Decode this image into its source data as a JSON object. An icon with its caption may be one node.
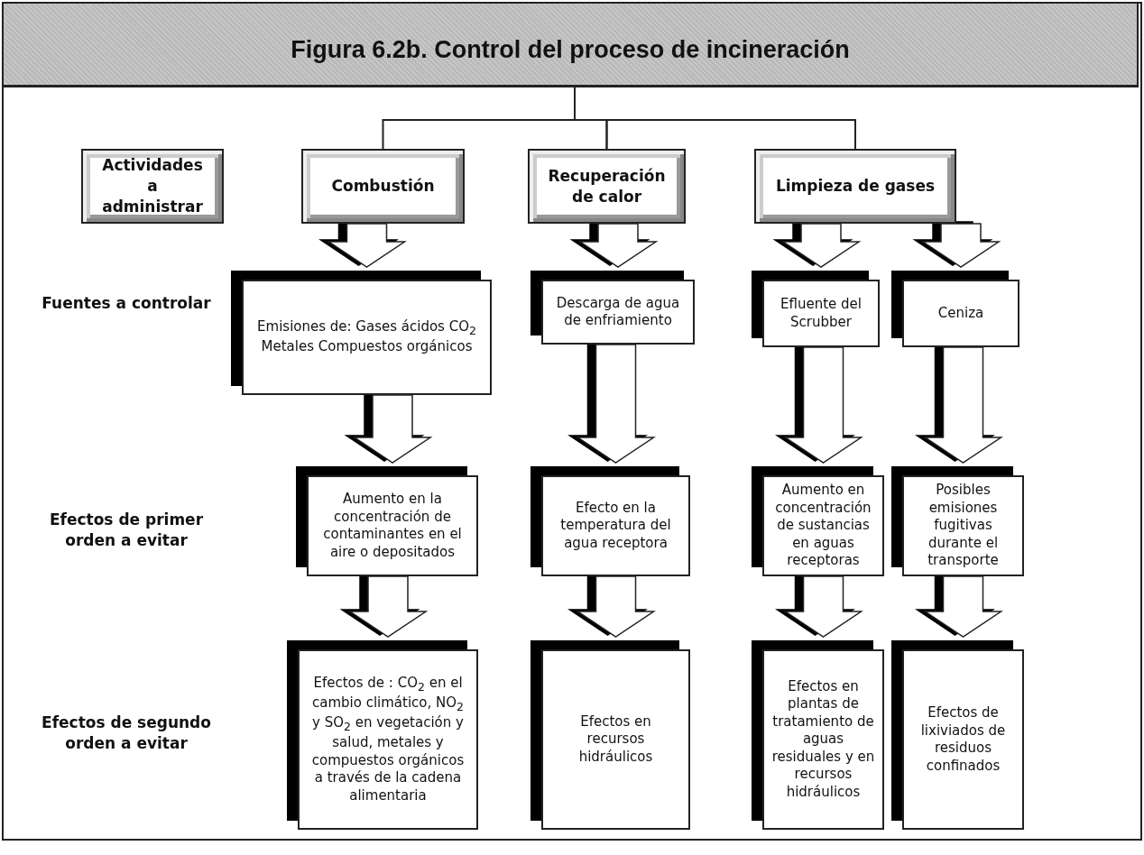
{
  "diagram": {
    "title": "Figura 6.2b. Control del proceso de incineración",
    "nodes": [
      {
        "text": [
          "Actividades a administrar"
        ]
      },
      {
        "text": [
          "Combustión"
        ]
      },
      {
        "text": [
          "Recuperación de calor"
        ]
      },
      {
        "text": [
          "Limpieza de gases"
        ]
      },
      {
        "text": [
          "Emisiones de: Gases ácidos CO$_{2}$ Metales Compuestos orgánicos"
        ]
      },
      {
        "text": [
          "Descarga de agua de enfriamiento"
        ]
      },
      {
        "text": [
          "Efluente del Scrubber"
        ]
      },
      {
        "text": [
          "Ceniza"
        ]
      },
      {
        "text": [
          "Aumento en la concentración de contaminantes en el aire o depositados"
        ]
      },
      {
        "text": [
          "Efecto en la temperatura del agua receptora"
        ]
      },
      {
        "text": [
          "Aumento en concentración de sustancias en aguas receptoras"
        ]
      },
      {
        "text": [
          "Posibles emisiones fugitivas durante el transporte"
        ]
      },
      {
        "text": [
          "Efectos de : CO$_{2}$ en el cambio climático, NO$_{2}$ y SO$_{2}$ en vegetación y salud, metales y compuestos orgánicos a través de la cadena alimentaria"
        ]
      },
      {
        "text": [
          "Efectos en recursos hidráulicos"
        ]
      },
      {
        "text": [
          "Efectos en plantas de tratamiento de aguas residuales y en recursos hidráulicos"
        ]
      },
      {
        "text": [
          "Efectos de lixiviados de residuos confinados"
        ]
      }
    ],
    "edges": [
      {
        "from": 1,
        "to": 2,
        "arrow": "none"
      },
      {
        "from": 2,
        "to": 3,
        "arrow": "none"
      },
      {
        "from": 1,
        "to": 4,
        "arrow": "to"
      },
      {
        "from": 2,
        "to": 5,
        "arrow": "to"
      },
      {
        "from": 3,
        "to": 6,
        "arrow": "to"
      },
      {
        "from": 3,
        "to": 7,
        "arrow": "to"
      },
      {
        "from": 4,
        "to": 8,
        "arrow": "to"
      },
      {
        "from": 5,
        "to": 9,
        "arrow": "to"
      },
      {
        "from": 6,
        "to": 10,
        "arrow": "to"
      },
      {
        "from": 7,
        "to": 11,
        "arrow": "to"
      },
      {
        "from": 8,
        "to": 12,
        "arrow": "to"
      },
      {
        "from": 9,
        "to": 13,
        "arrow": "to"
      },
      {
        "from": 10,
        "to": 14,
        "arrow": "to"
      },
      {
        "from": 11,
        "to": 15,
        "arrow": "to"
      }
    ],
    "labels": [
      "Fuentes a controlar",
      "Efectos de primer orden a evitar",
      "Efectos de segundo orden a evitar"
    ]
  }
}
